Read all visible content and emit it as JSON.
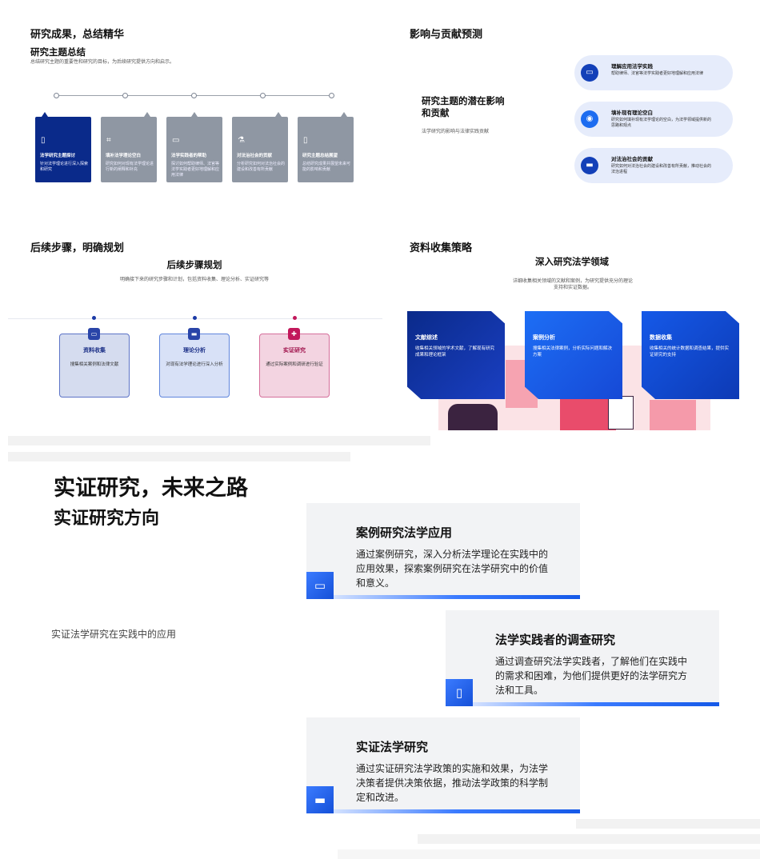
{
  "panel1": {
    "header": "研究成果，总结精华",
    "subtitle": "研究主题总结",
    "desc": "总结研究主题的重要性和研究的目标，为后续研究提供方向和启示。",
    "cards": [
      {
        "icon": "document-icon",
        "title": "法学研究主题探讨",
        "desc": "针对法学理论进行深入探索和研究"
      },
      {
        "icon": "network-icon",
        "title": "填补法学理论空白",
        "desc": "研究如何对现有法学理论进行新的阐释和补充"
      },
      {
        "icon": "image-icon",
        "title": "法学实践者的帮助",
        "desc": "探讨如何帮助律师、法官等法学实践者更好地理解和应用法律"
      },
      {
        "icon": "flask-icon",
        "title": "对法治社会的贡献",
        "desc": "分析研究如何对法治社会的建设和改善有所贡献"
      },
      {
        "icon": "document-icon",
        "title": "研究主题总结展望",
        "desc": "总结研究成果并展望未来可能的影响和贡献"
      }
    ]
  },
  "panel2": {
    "header": "影响与贡献预测",
    "subtitle": "研究主题的潜在影响和贡献",
    "desc": "法学研究的影响与法律实践贡献",
    "items": [
      {
        "icon": "image-icon",
        "title": "理解应用法学实践",
        "desc": "帮助律师、法官等法学实践者更好地理解和应用法律"
      },
      {
        "icon": "target-icon",
        "title": "填补现有理论空白",
        "desc": "研究如何填补现有法学理论的空白，为法学领域提供新的思路和观点"
      },
      {
        "icon": "sofa-icon",
        "title": "对法治社会的贡献",
        "desc": "研究如何对法治社会的建设和改善有所贡献，推动社会的法治进程"
      }
    ]
  },
  "panel3": {
    "header": "后续步骤，明确规划",
    "subtitle": "后续步骤规划",
    "desc": "明确接下来的研究步骤和计划，包括资料收集、理论分析、实证研究等",
    "steps": [
      {
        "icon": "image-icon",
        "title": "资料收集",
        "desc": "搜集相关案例和法律文献"
      },
      {
        "icon": "sofa-icon",
        "title": "理论分析",
        "desc": "对现有法学理论进行深入分析"
      },
      {
        "icon": "puzzle-icon",
        "title": "实证研究",
        "desc": "通过实际案例和调研进行验证"
      }
    ]
  },
  "panel4": {
    "header": "资料收集策略",
    "subtitle": "深入研究法学领域",
    "desc": "详细收集相关领域的文献和案例，为研究提供充分的理论支持和实证数据。",
    "cards": [
      {
        "title": "文献综述",
        "desc": "收集相关领域的学术文献，了解现有研究成果和理论框架"
      },
      {
        "title": "案例分析",
        "desc": "搜集相关法律案例，分析实际问题和解决方案"
      },
      {
        "title": "数据收集",
        "desc": "收集相关的统计数据和调查结果，提供实证研究的支持"
      }
    ]
  },
  "panel5": {
    "header": "实证研究，未来之路",
    "subtitle": "实证研究方向",
    "desc": "实证法学研究在实践中的应用",
    "cards": [
      {
        "icon": "image-icon",
        "title": "案例研究法学应用",
        "desc": "通过案例研究，深入分析法学理论在实践中的应用效果，探索案例研究在法学研究中的价值和意义。"
      },
      {
        "icon": "document-icon",
        "title": "法学实践者的调查研究",
        "desc": "通过调查研究法学实践者，了解他们在实践中的需求和困难，为他们提供更好的法学研究方法和工具。"
      },
      {
        "icon": "sofa-icon",
        "title": "实证法学研究",
        "desc": "通过实证研究法学政策的实施和效果，为法学决策者提供决策依据，推动法学政策的科学制定和改进。"
      }
    ]
  },
  "colors": {
    "navy": "#0a2a8a",
    "blue": "#1559e8",
    "gray": "#8f97a3",
    "pink": "#c2185b"
  }
}
